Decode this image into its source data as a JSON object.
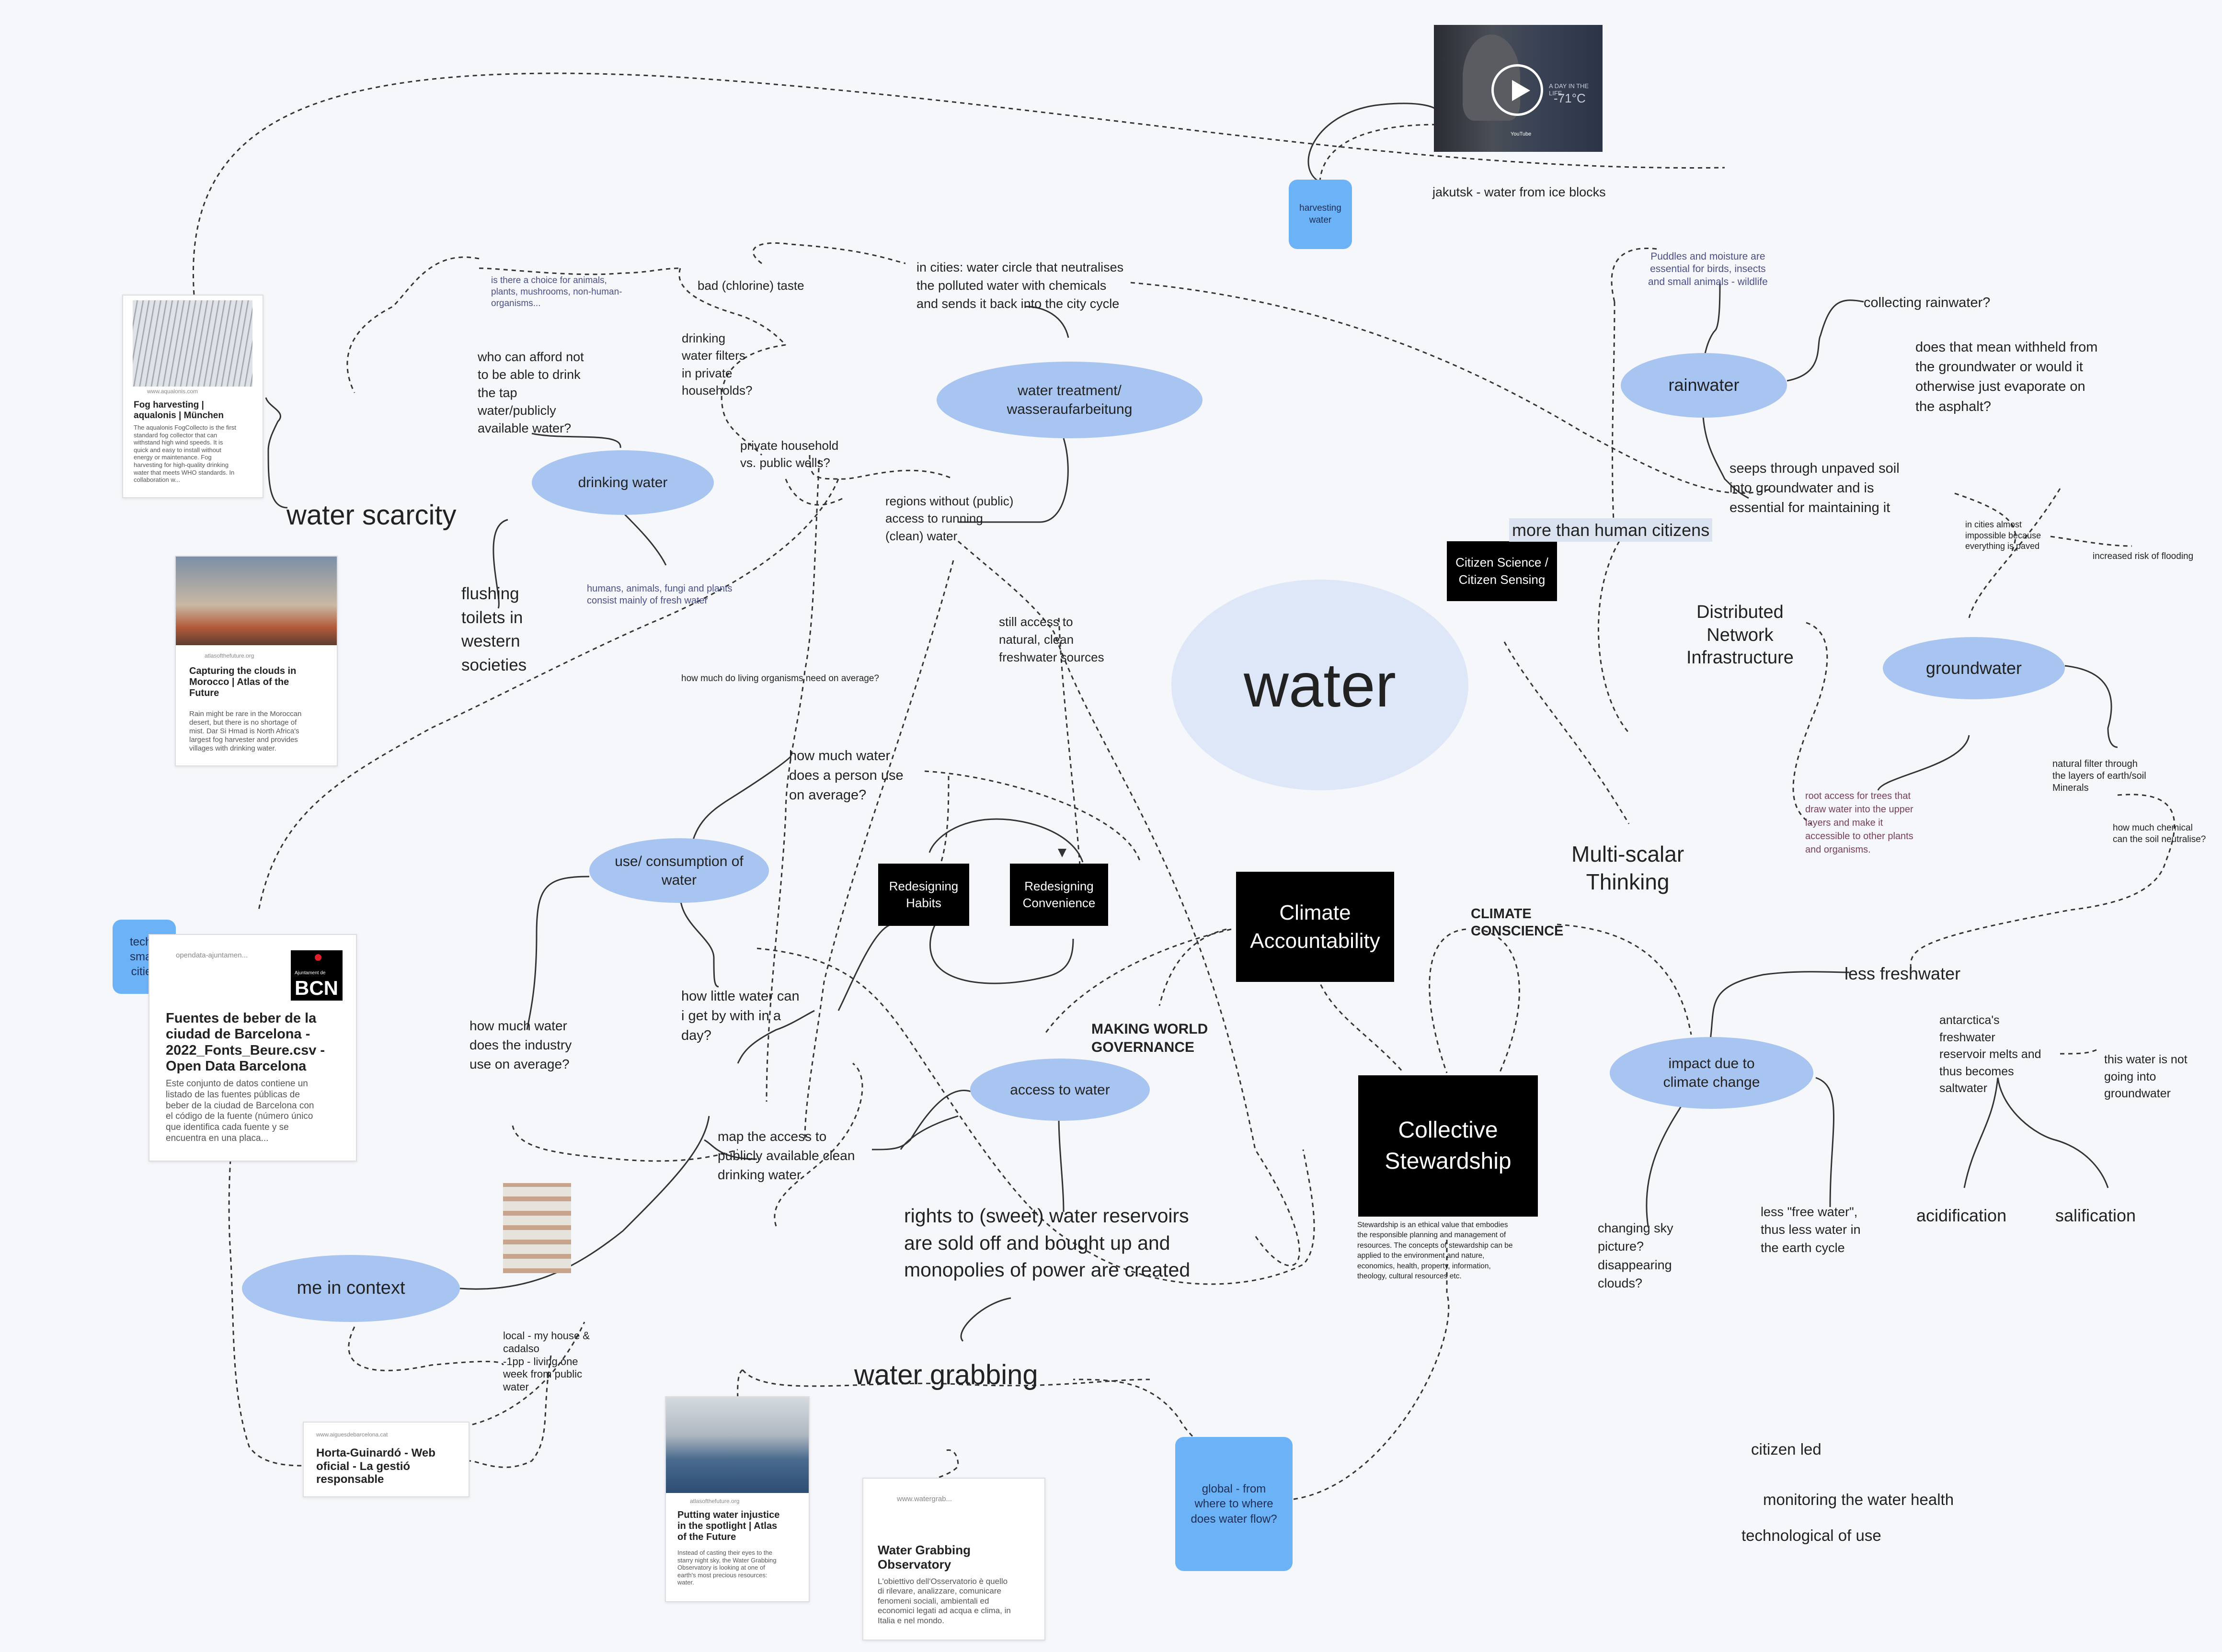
{
  "center": "water",
  "nodes": {
    "water_scarcity": "water scarcity",
    "water_grabbing": "water grabbing",
    "more_than_human": "more than human citizens",
    "distributed": "Distributed\nNetwork\nInfrastructure",
    "multiscalar": "Multi-scalar\nThinking",
    "climate_conscience": "CLIMATE\nCONSCIENCE",
    "world_governance": "MAKING WORLD\nGOVERNANCE",
    "rights": "rights to (sweet) water reservoirs\nare sold off and bought up and\nmonopolies of power are created"
  },
  "ellipses": {
    "drinking_water": "drinking water",
    "water_treatment": "water treatment/\nwasseraufarbeitung",
    "rainwater": "rainwater",
    "groundwater": "groundwater",
    "use_consumption": "use/ consumption of\nwater",
    "access_to_water": "access to water",
    "me_in_context": "me in context",
    "impact_climate": "impact due to\nclimate change"
  },
  "stickies": {
    "harvesting": "harvesting\nwater",
    "tech": "tech -\nsmart\ncities",
    "global": "global - from\nwhere to where\ndoes water flow?"
  },
  "black_boxes": {
    "citizen_science": "Citizen Science /\nCitizen Sensing",
    "redesign_habits": "Redesigning\nHabits",
    "redesign_convenience": "Redesigning\nConvenience",
    "climate_accountability": "Climate\nAccountability",
    "collective_stewardship": "Collective\nStewardship"
  },
  "notes": {
    "jakutsk": "jakutsk - water from ice blocks",
    "is_there_choice": "is there a choice for animals,\nplants, mushrooms, non-human-\norganisms...",
    "bad_chlorine": "bad (chlorine) taste",
    "in_cities": "in cities: water circle that neutralises\nthe polluted water with chemicals\nand sends it back into the city cycle",
    "puddles": "Puddles and moisture are\nessential for birds, insects\nand small animals - wildlife",
    "collecting_rainwater": "collecting rainwater?",
    "does_that_mean": "does that mean withheld from\nthe groundwater or would it\notherwise just evaporate on\nthe asphalt?",
    "who_can_afford": "who can afford not\nto be able to drink\nthe tap\nwater/publicly\navailable water?",
    "drinking_filters": "drinking\nwater filters\nin private\nhouseholds?",
    "private_household": "private household\nvs. public wells?",
    "regions_without": "regions without (public)\naccess to running\n(clean) water",
    "seeps_through": "seeps through unpaved soil\ninto groundwater and is\nessential for maintaining it",
    "in_cities_almost": "in cities almost\nimpossible because\neverything is paved",
    "increased_flooding": "increased risk of flooding",
    "flushing": "flushing\ntoilets in\nwestern\nsocieties",
    "humans_animals": "humans, animals, fungi and plants\nconsist mainly of fresh water",
    "how_much_organisms": "how much do living organisms need on average?",
    "still_access": "still access to\nnatural, clean\nfreshwater sources",
    "how_much_person": "how much water\ndoes a person use\non average?",
    "natural_filter": "natural filter through\nthe layers of earth/soil\nMinerals",
    "root_access": "root access for trees that\ndraw water into the upper\nlayers and make it\naccessible to other plants\nand organisms.",
    "how_much_chemical": "how much chemical\ncan the soil neutralise?",
    "less_freshwater": "less freshwater",
    "how_much_industry": "how much water\ndoes the industry\nuse on average?",
    "how_little": "how little water can\ni get by with in a\nday?",
    "antarctica": "antarctica's\nfreshwater\nreservoir melts and\nthus becomes\nsaltwater",
    "not_groundwater": "this water is not\ngoing into\ngroundwater",
    "map_access": "map the access to\npublicly available clean\ndrinking water",
    "changing_sky": "changing sky\npicture?\ndisappearing\nclouds?",
    "less_free_water": "less \"free water\",\nthus less water in\nthe earth cycle",
    "acidification": "acidification",
    "salification": "salification",
    "stewardship_def": "Stewardship is an ethical value that embodies\nthe responsible planning and management of\nresources. The  concepts of stewardship can be\napplied to the environment and nature,\neconomics, health, property, information,\ntheology, cultural resources  etc.",
    "local_house": "local - my house &\ncadalso\n-1pp - living one\nweek from public\nwater",
    "citizen_led": "citizen led",
    "monitoring": "monitoring the water health",
    "technological": "technological of use"
  },
  "cards": {
    "aqualonis": {
      "domain": "www.aqualonis.com",
      "title": "Fog harvesting |\naqualonis | München",
      "desc": "The aqualonis FogCollecto is the first\nstandard fog collector that can\nwithstand high wind speeds. It is\nquick and easy to install without\nenergy or maintenance. Fog\nharvesting for high-quality drinking\nwater that meets WHO standards. In\ncollaboration w..."
    },
    "atlas_morocco": {
      "domain": "atlasofthefuture.org",
      "title": "Capturing the clouds in\nMorocco | Atlas of the\nFuture",
      "desc": "Rain might be rare in the Moroccan\ndesert, but there is no shortage of\nmist. Dar Si Hmad is North Africa's\nlargest fog harvester and provides\nvillages with drinking water."
    },
    "bcn": {
      "domain": "opendata-ajuntamen...",
      "logo_small": "Ajuntament de",
      "logo": "BCN",
      "title": "Fuentes de beber de la\nciudad de Barcelona -\n2022_Fonts_Beure.csv -\nOpen Data Barcelona",
      "desc": "Este conjunto de datos contiene un\nlistado de las fuentes públicas de\nbeber de la ciudad de Barcelona con\nel código de la fuente (número único\nque identifica cada fuente y se\nencuentra en una placa..."
    },
    "horta": {
      "domain": "www.aiguesdebarcelona.cat",
      "title": "Horta-Guinardó - Web\noficial - La gestió\nresponsable"
    },
    "atlas_injustice": {
      "domain": "atlasofthefuture.org",
      "title": "Putting water injustice\nin the spotlight | Atlas\nof the Future",
      "desc": "Instead of casting their eyes to the\nstarry night sky, the Water Grabbing\nObservatory is looking at one of\nearth's most precious resources:\nwater."
    },
    "observatory": {
      "domain": "www.watergrab...",
      "title": "Water Grabbing\nObservatory",
      "desc": "L'obiettivo dell'Osservatorio è quello\ndi rilevare, analizzare, comunicare\nfenomeni sociali, ambientali ed\neconomici legati ad acqua e clima, in\nItalia e nel mondo."
    }
  },
  "video": {
    "overlay": "A DAY IN THE LIFE",
    "temp": "-71°C",
    "source": "YouTube"
  },
  "colors": {
    "ellipse": "#a8c4f0",
    "center": "#dde7f7",
    "sticky": "#6cb2f7",
    "background": "#f6f7fa"
  }
}
